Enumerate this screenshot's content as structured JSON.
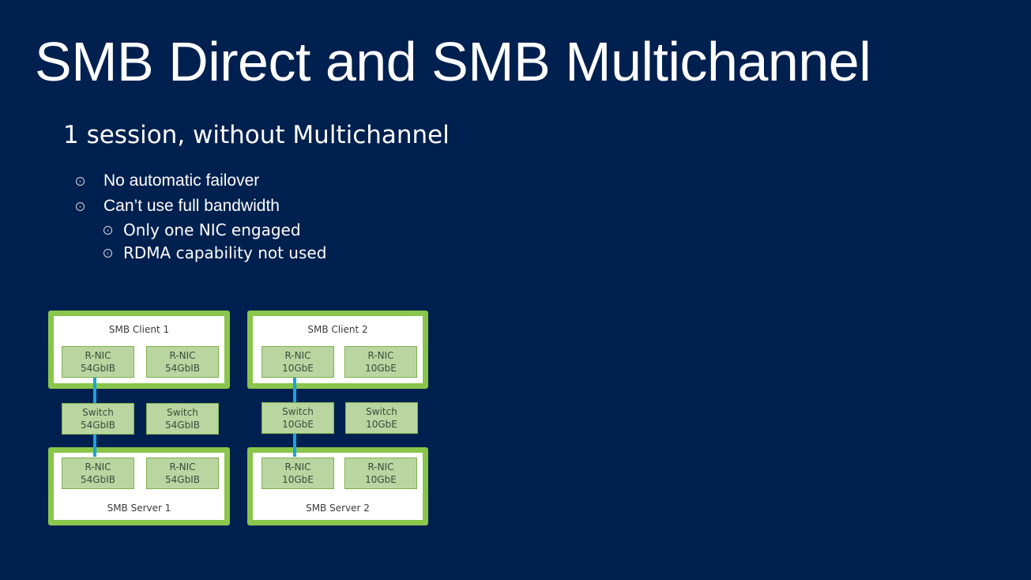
{
  "slide": {
    "title": "SMB Direct and SMB Multichannel",
    "subtitle": "1 session, without Multichannel",
    "bullets": [
      {
        "text": "No automatic failover",
        "sub": []
      },
      {
        "text": "Can’t use full bandwidth",
        "sub": [
          "Only one NIC engaged",
          "RDMA capability not used"
        ]
      }
    ]
  },
  "diagram": {
    "left": {
      "client_label": "SMB Client 1",
      "server_label": "SMB Server 1",
      "client_nics": [
        [
          "R-NIC",
          "54GbIB"
        ],
        [
          "R-NIC",
          "54GbIB"
        ]
      ],
      "switches": [
        [
          "Switch",
          "54GbIB"
        ],
        [
          "Switch",
          "54GbIB"
        ]
      ],
      "server_nics": [
        [
          "R-NIC",
          "54GbIB"
        ],
        [
          "R-NIC",
          "54GbIB"
        ]
      ]
    },
    "right": {
      "client_label": "SMB Client 2",
      "server_label": "SMB Server 2",
      "client_nics": [
        [
          "R-NIC",
          "10GbE"
        ],
        [
          "R-NIC",
          "10GbE"
        ]
      ],
      "switches": [
        [
          "Switch",
          "10GbE"
        ],
        [
          "Switch",
          "10GbE"
        ]
      ],
      "server_nics": [
        [
          "R-NIC",
          "10GbE"
        ],
        [
          "R-NIC",
          "10GbE"
        ]
      ]
    }
  },
  "colors": {
    "background": "#00204f",
    "box_border": "#8ac64a",
    "chip_fill": "#b9d6a1",
    "link": "#1aa3e0"
  }
}
